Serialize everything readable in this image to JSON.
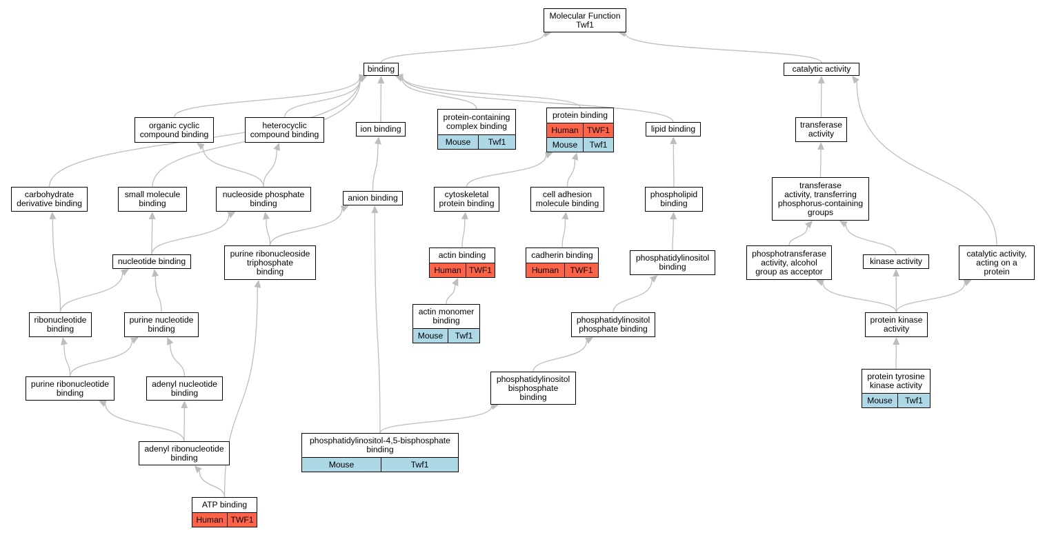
{
  "colors": {
    "human": "#ff6347",
    "mouse": "#add8e6",
    "edge": "#bdbdbd",
    "border": "#000000"
  },
  "nodes": [
    {
      "id": "mf",
      "label": "Molecular Function\nTwf1"
    },
    {
      "id": "binding",
      "label": "binding"
    },
    {
      "id": "catalytic",
      "label": "catalytic activity"
    },
    {
      "id": "organic",
      "label": "organic cyclic\ncompound binding"
    },
    {
      "id": "hetero",
      "label": "heterocyclic\ncompound binding"
    },
    {
      "id": "ion",
      "label": "ion binding"
    },
    {
      "id": "pccb",
      "label": "protein-containing\ncomplex binding",
      "annotations": [
        [
          "Mouse",
          "Twf1"
        ]
      ]
    },
    {
      "id": "protein",
      "label": "protein binding",
      "annotations": [
        [
          "Human",
          "TWF1"
        ],
        [
          "Mouse",
          "Twf1"
        ]
      ]
    },
    {
      "id": "lipid",
      "label": "lipid binding"
    },
    {
      "id": "transferase",
      "label": "transferase\nactivity"
    },
    {
      "id": "carb",
      "label": "carbohydrate\nderivative binding"
    },
    {
      "id": "smallmol",
      "label": "small molecule\nbinding"
    },
    {
      "id": "nucphos",
      "label": "nucleoside phosphate\nbinding"
    },
    {
      "id": "anion",
      "label": "anion binding"
    },
    {
      "id": "cytoskel",
      "label": "cytoskeletal\nprotein binding"
    },
    {
      "id": "celladh",
      "label": "cell adhesion\nmolecule binding"
    },
    {
      "id": "phospholipid",
      "label": "phospholipid\nbinding"
    },
    {
      "id": "transphos",
      "label": "transferase\nactivity, transferring\nphosphorus-containing\ngroups"
    },
    {
      "id": "nucleotide",
      "label": "nucleotide binding"
    },
    {
      "id": "prtp",
      "label": "purine ribonucleoside\ntriphosphate\nbinding"
    },
    {
      "id": "actin",
      "label": "actin binding",
      "annotations": [
        [
          "Human",
          "TWF1"
        ]
      ]
    },
    {
      "id": "cadherin",
      "label": "cadherin binding",
      "annotations": [
        [
          "Human",
          "TWF1"
        ]
      ]
    },
    {
      "id": "pi",
      "label": "phosphatidylinositol\nbinding"
    },
    {
      "id": "phosphotrans",
      "label": "phosphotransferase\nactivity, alcohol\ngroup as acceptor"
    },
    {
      "id": "kinase",
      "label": "kinase activity"
    },
    {
      "id": "catprot",
      "label": "catalytic activity,\nacting on a\nprotein"
    },
    {
      "id": "ribonuc",
      "label": "ribonucleotide\nbinding"
    },
    {
      "id": "purnuc",
      "label": "purine nucleotide\nbinding"
    },
    {
      "id": "actinmono",
      "label": "actin monomer\nbinding",
      "annotations": [
        [
          "Mouse",
          "Twf1"
        ]
      ]
    },
    {
      "id": "pip",
      "label": "phosphatidylinositol\nphosphate binding"
    },
    {
      "id": "pkinase",
      "label": "protein kinase\nactivity"
    },
    {
      "id": "purribo",
      "label": "purine ribonucleotide\nbinding"
    },
    {
      "id": "adenyl",
      "label": "adenyl nucleotide\nbinding"
    },
    {
      "id": "pibis",
      "label": "phosphatidylinositol\nbisphosphate\nbinding"
    },
    {
      "id": "ptk",
      "label": "protein tyrosine\nkinase activity",
      "annotations": [
        [
          "Mouse",
          "Twf1"
        ]
      ]
    },
    {
      "id": "adenylribo",
      "label": "adenyl ribonucleotide\nbinding"
    },
    {
      "id": "pi45",
      "label": "phosphatidylinositol-4,5-bisphosphate\nbinding",
      "annotations": [
        [
          "Mouse",
          "Twf1"
        ]
      ]
    },
    {
      "id": "atp",
      "label": "ATP binding",
      "annotations": [
        [
          "Human",
          "TWF1"
        ]
      ]
    }
  ],
  "edges": [
    [
      "binding",
      "mf"
    ],
    [
      "catalytic",
      "mf"
    ],
    [
      "organic",
      "binding"
    ],
    [
      "hetero",
      "binding"
    ],
    [
      "ion",
      "binding"
    ],
    [
      "pccb",
      "binding"
    ],
    [
      "protein",
      "binding"
    ],
    [
      "lipid",
      "binding"
    ],
    [
      "carb",
      "binding"
    ],
    [
      "smallmol",
      "binding"
    ],
    [
      "transferase",
      "catalytic"
    ],
    [
      "catprot",
      "catalytic"
    ],
    [
      "nucphos",
      "organic"
    ],
    [
      "nucphos",
      "hetero"
    ],
    [
      "anion",
      "ion"
    ],
    [
      "cytoskel",
      "protein"
    ],
    [
      "celladh",
      "protein"
    ],
    [
      "phospholipid",
      "lipid"
    ],
    [
      "transphos",
      "transferase"
    ],
    [
      "nucleotide",
      "smallmol"
    ],
    [
      "nucleotide",
      "nucphos"
    ],
    [
      "prtp",
      "nucphos"
    ],
    [
      "prtp",
      "anion"
    ],
    [
      "actin",
      "cytoskel"
    ],
    [
      "cadherin",
      "celladh"
    ],
    [
      "pi",
      "phospholipid"
    ],
    [
      "phosphotrans",
      "transphos"
    ],
    [
      "kinase",
      "transphos"
    ],
    [
      "ribonuc",
      "carb"
    ],
    [
      "ribonuc",
      "nucleotide"
    ],
    [
      "purnuc",
      "nucleotide"
    ],
    [
      "actinmono",
      "actin"
    ],
    [
      "pip",
      "pi"
    ],
    [
      "pkinase",
      "phosphotrans"
    ],
    [
      "pkinase",
      "kinase"
    ],
    [
      "pkinase",
      "catprot"
    ],
    [
      "purribo",
      "ribonuc"
    ],
    [
      "purribo",
      "purnuc"
    ],
    [
      "adenyl",
      "purnuc"
    ],
    [
      "pibis",
      "pip"
    ],
    [
      "ptk",
      "pkinase"
    ],
    [
      "adenylribo",
      "purribo"
    ],
    [
      "adenylribo",
      "adenyl"
    ],
    [
      "pi45",
      "pibis"
    ],
    [
      "pi45",
      "anion"
    ],
    [
      "atp",
      "adenylribo"
    ],
    [
      "atp",
      "prtp"
    ]
  ]
}
